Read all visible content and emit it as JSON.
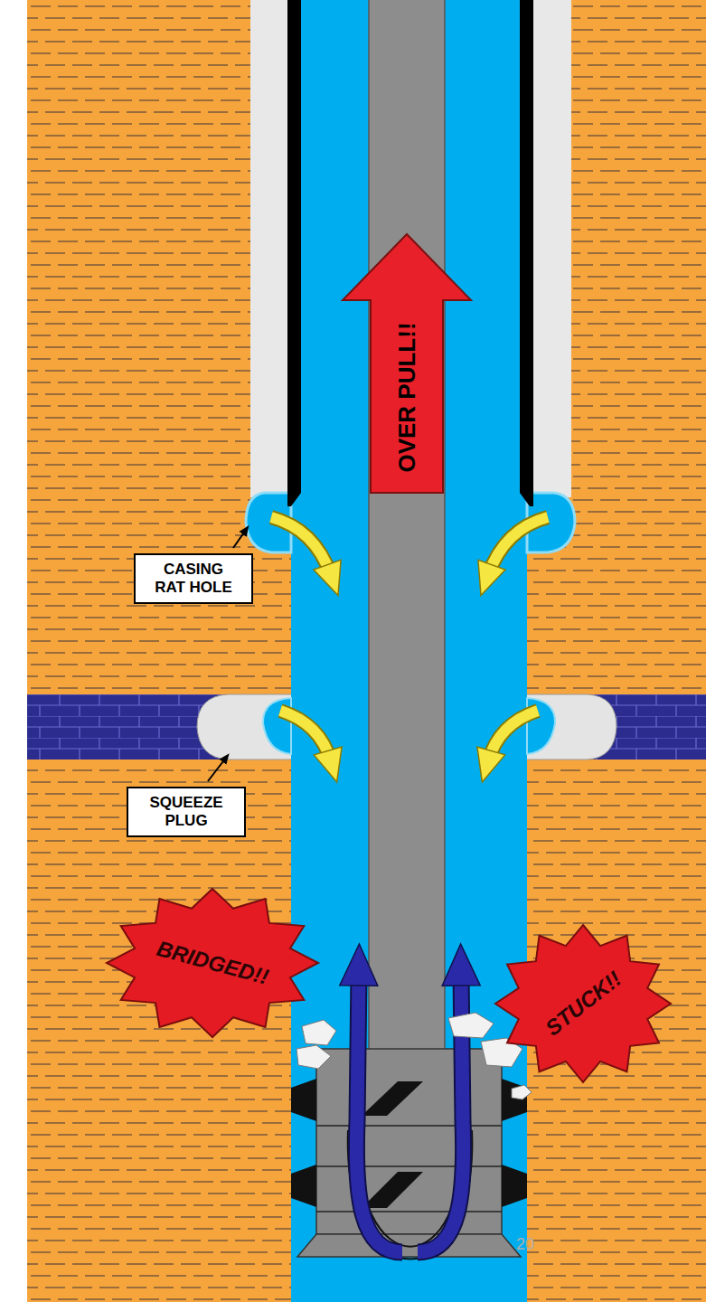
{
  "diagram": {
    "nodes": [
      {
        "text": [
          "OVER PULL!!"
        ]
      },
      {
        "text": [
          "CASING RAT HOLE"
        ]
      },
      {
        "text": [
          "SQUEEZE PLUG"
        ]
      },
      {
        "text": [
          "BRIDGED!!"
        ]
      },
      {
        "text": [
          "STUCK!!"
        ]
      }
    ],
    "labels": [
      "20"
    ]
  }
}
